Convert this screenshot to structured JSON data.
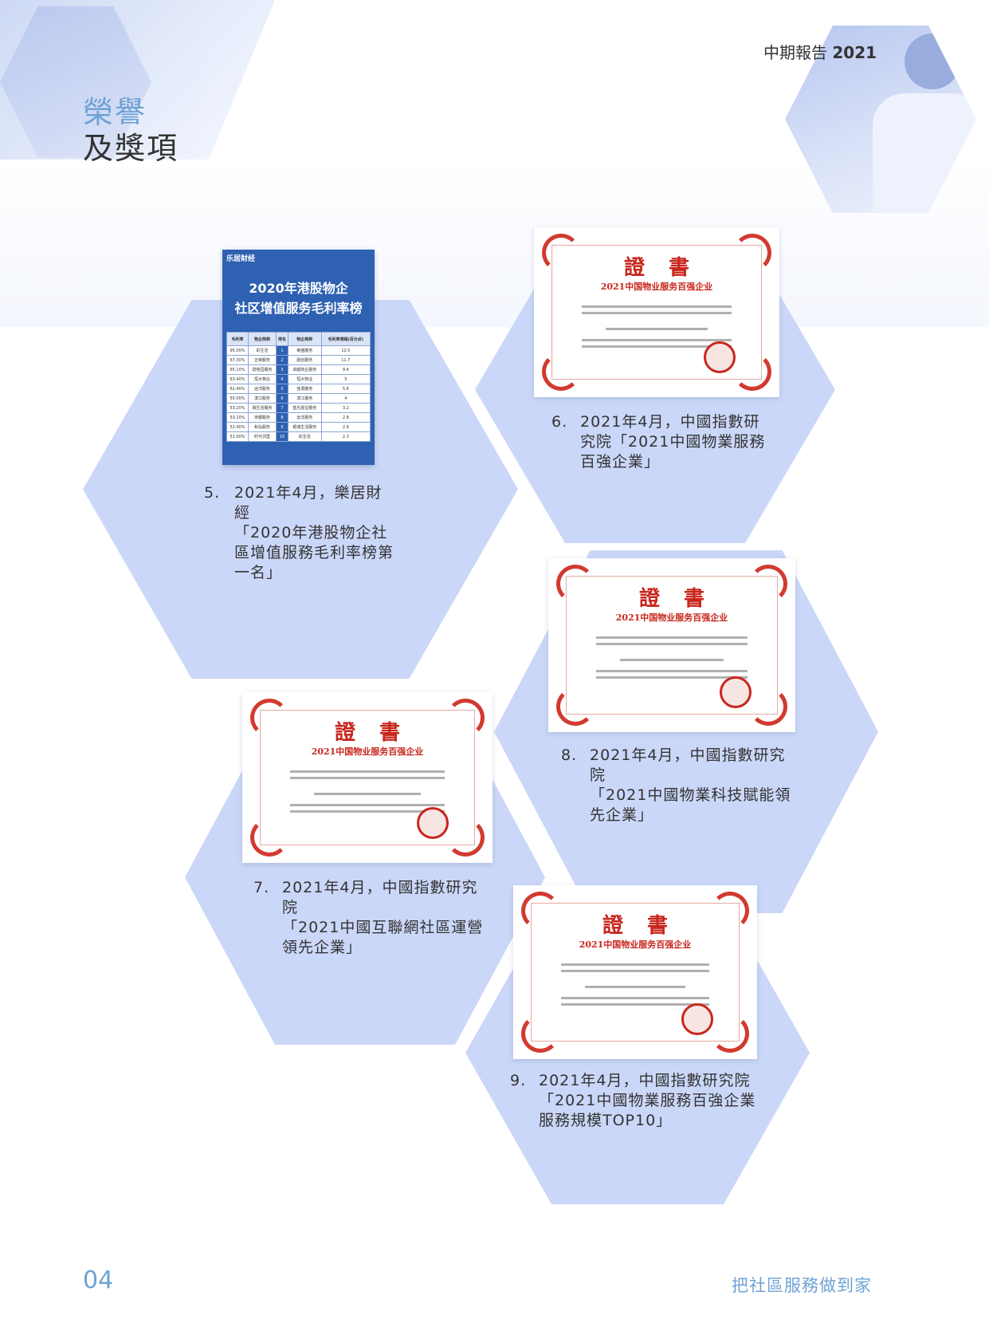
{
  "header": {
    "report_label_prefix": "中期報告",
    "report_label_year": "2021",
    "title_line1": "榮譽",
    "title_line2": "及獎項"
  },
  "ranking_image": {
    "logo": "乐居财经",
    "title_line1": "2020年港股物企",
    "title_line2": "社区增值服务毛利率榜",
    "columns": [
      "毛利率",
      "物企简称",
      "排名",
      "物企简称",
      "毛利率增幅(百分点)"
    ],
    "rows": [
      [
        "95.00%",
        "彩生活",
        "1",
        "荣盛服务",
        "12.5"
      ],
      [
        "67.30%",
        "正荣服务",
        "2",
        "融创服务",
        "11.7"
      ],
      [
        "65.10%",
        "碧桂园服务",
        "3",
        "卓越商企服务",
        "9.4"
      ],
      [
        "63.40%",
        "恒大物业",
        "4",
        "恒大物业",
        "5"
      ],
      [
        "62.40%",
        "远洋服务",
        "5",
        "佳源服务",
        "5.6"
      ],
      [
        "55.00%",
        "滨江服务",
        "6",
        "滨江服务",
        "4"
      ],
      [
        "53.20%",
        "融生活服务",
        "7",
        "蓝光嘉宝服务",
        "3.2"
      ],
      [
        "53.10%",
        "宋都服务",
        "8",
        "远洋服务",
        "2.8"
      ],
      [
        "52.40%",
        "和泓服务",
        "9",
        "银城生活服务",
        "2.6"
      ],
      [
        "51.00%",
        "时代邻里",
        "10",
        "彩生活",
        "2.3"
      ]
    ]
  },
  "certificate": {
    "heading": "證書",
    "subtitle": "2021中国物业服务百强企业"
  },
  "awards": [
    {
      "num": "5.",
      "lines": [
        "2021年4月，樂居財經",
        "「2020年港股物企社",
        "區增值服務毛利率榜第",
        "一名」"
      ]
    },
    {
      "num": "6.",
      "lines": [
        "2021年4月，中國指數研",
        "究院「2021中國物業服務",
        "百強企業」"
      ]
    },
    {
      "num": "7.",
      "lines": [
        "2021年4月，中國指數研究院",
        "「2021中國互聯網社區運營",
        "領先企業」"
      ]
    },
    {
      "num": "8.",
      "lines": [
        "2021年4月，中國指數研究院",
        "「2021中國物業科技賦能領",
        "先企業」"
      ]
    },
    {
      "num": "9.",
      "lines": [
        "2021年4月，中國指數研究院",
        "「2021中國物業服務百強企業",
        "服務規模TOP10」"
      ]
    }
  ],
  "footer": {
    "page_number": "04",
    "slogan": "把社區服務做到家"
  },
  "colors": {
    "accent_blue": "#6ea2d3",
    "hexagon_fill": "#cbd7f8",
    "certificate_red": "#c8261d"
  }
}
